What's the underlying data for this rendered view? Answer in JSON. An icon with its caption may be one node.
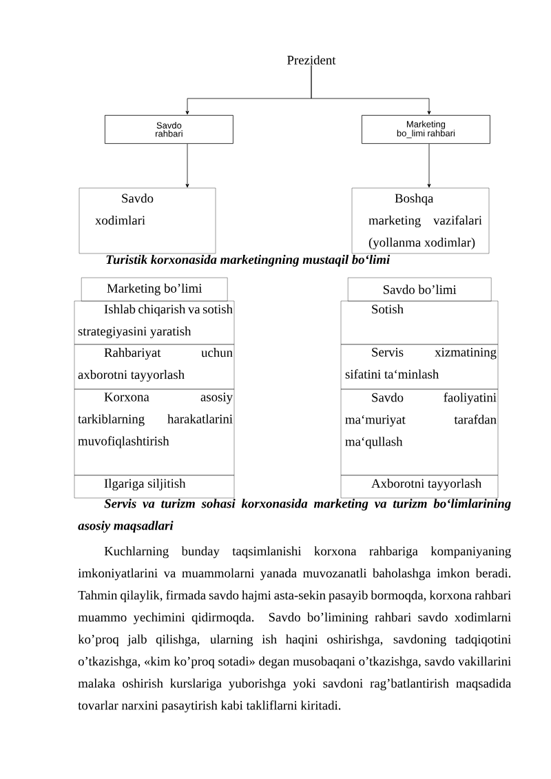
{
  "diagram": {
    "nodes": [
      {
        "text": [
          "Prezident"
        ]
      },
      {
        "text": [
          "Savdo rahbari"
        ]
      },
      {
        "text": [
          "Marketing bo_limi rahbari"
        ]
      },
      {
        "text": [
          "Savdo xodimlari"
        ]
      },
      {
        "text": [
          "Boshqa marketing vazifalari (yollanma xodimlar)"
        ]
      },
      {
        "text": [
          "Marketing bo’limi"
        ]
      },
      {
        "text": [
          "Ishlab chiqarish va sotish strategiyasini yaratish"
        ]
      },
      {
        "text": [
          "Rahbariyat uchun axborotni tayyorlash"
        ]
      },
      {
        "text": [
          "Korxona asosiy tarkiblarning harakatlarini muvofiqlashtirish"
        ]
      },
      {
        "text": [
          "Ilgariga siljitish"
        ]
      },
      {
        "text": [
          "Savdo bo’limi"
        ]
      },
      {
        "text": [
          "Sotish"
        ]
      },
      {
        "text": [
          "Servis xizmatining sifatini ta‘minlash"
        ]
      },
      {
        "text": [
          "Savdo faoliyatini ma‘muriyat tarafdan ma‘qullash"
        ]
      },
      {
        "text": [
          "Axborotni tayyorlash"
        ]
      }
    ],
    "edges": [
      {
        "from": 0,
        "to": 1,
        "arrow": "to"
      },
      {
        "from": 0,
        "to": 2,
        "arrow": "to"
      },
      {
        "from": 1,
        "to": 3,
        "arrow": "to"
      },
      {
        "from": 2,
        "to": 4,
        "arrow": "to"
      }
    ],
    "labels": [
      "Turistik korxonasida marketingning mustaqil bo‘limi",
      "Servis va turizm sohasi korxonasida marketing va turizm bo‘limlarining asosiy maqsadlari",
      "Kuchlarning bunday taqsimlanishi korxona rahbariga kompaniyaning imkoniyatlarini va muammolarni yanada muvozanatli baholashga imkon beradi. Tahmin qilaylik, firmada savdo hajmi asta-sekin pasayib bormoqda, korxona rahbari muammo yechimini qidirmoqda. Savdo bo’limining rahbari savdo xodimlarni ko’proq jalb qilishga, ularning ish haqini oshirishga, savdoning tadqiqotini o’tkazishga, «kim ko’proq sotadi» degan musobaqani o’tkazishga, savdo vakillarini malaka oshirish kurslariga yuborishga yoki savdoni rag’batlantirish maqsadida tovarlar narxini pasaytirish kabi takliflarni kiritadi."
    ]
  }
}
